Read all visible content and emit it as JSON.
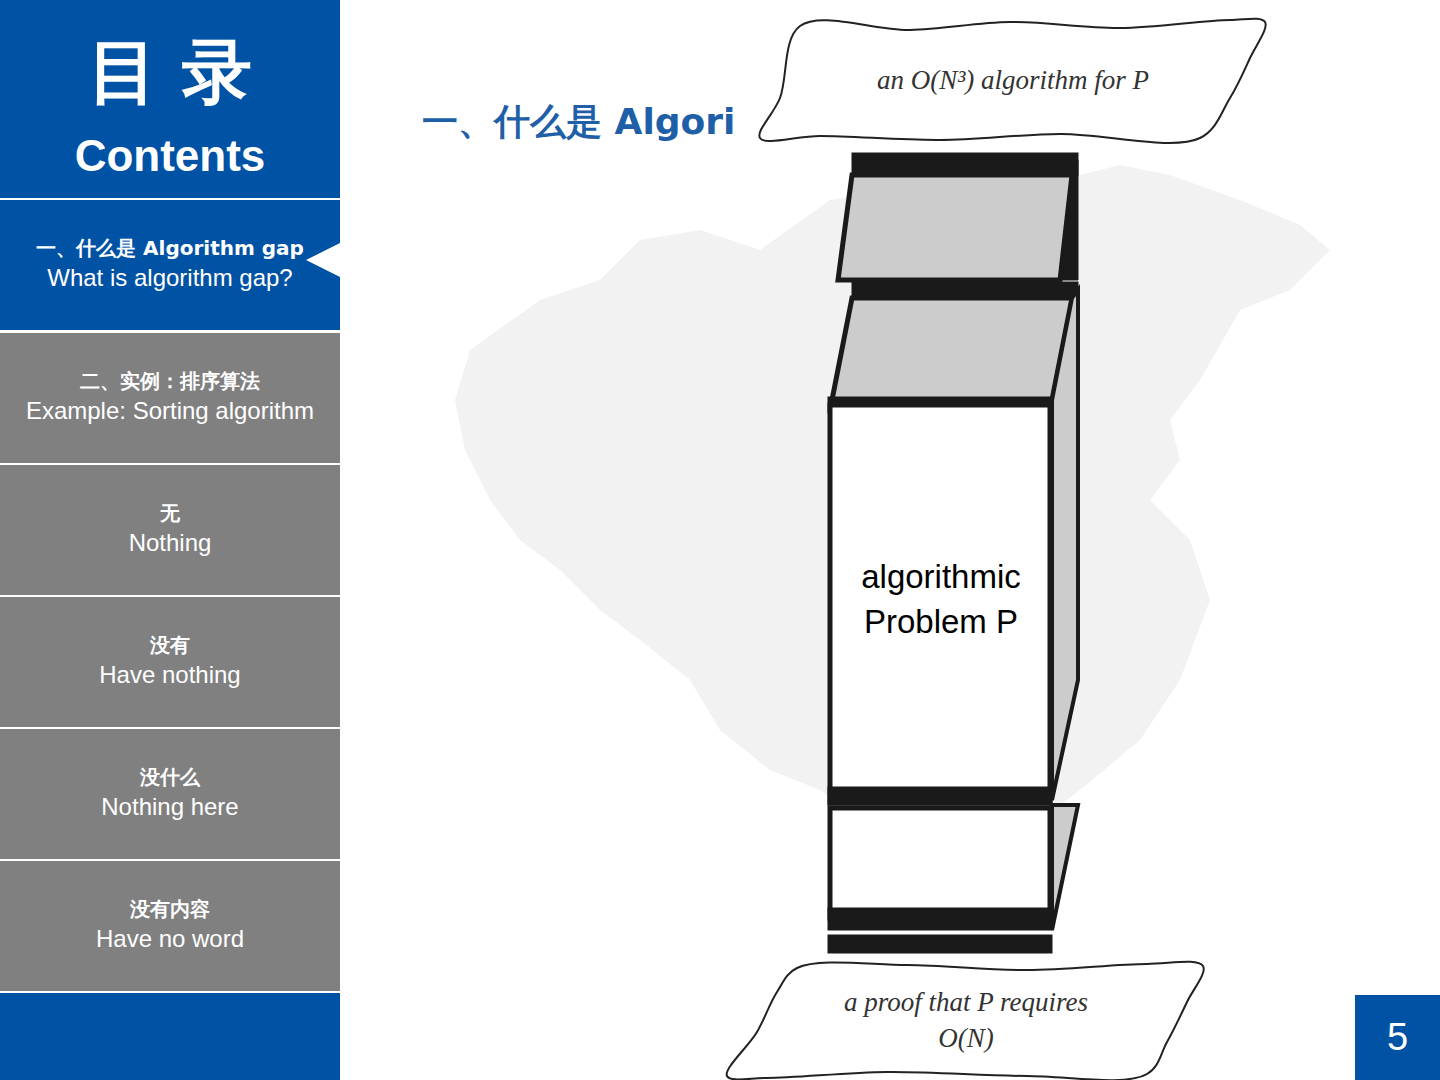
{
  "diagram": {
    "title": "一、什么是 Algori",
    "nodes": [
      {
        "text": [
          "目 录",
          "Contents"
        ]
      },
      {
        "text": [
          "一、什么是 Algorithm gap",
          "What is algorithm gap?"
        ]
      },
      {
        "text": [
          "二、实例：排序算法",
          "Example: Sorting algorithm"
        ]
      },
      {
        "text": [
          "无",
          "Nothing"
        ]
      },
      {
        "text": [
          "没有",
          "Have nothing"
        ]
      },
      {
        "text": [
          "没什么",
          "Nothing here"
        ]
      },
      {
        "text": [
          "没有内容",
          "Have no word"
        ]
      },
      {
        "text": [
          "an O(N³) algorithm for P"
        ]
      },
      {
        "text": [
          "algorithmic Problem P"
        ]
      },
      {
        "text": [
          "a proof that P requires O(N)"
        ]
      },
      {
        "text": [
          "5"
        ]
      }
    ]
  }
}
